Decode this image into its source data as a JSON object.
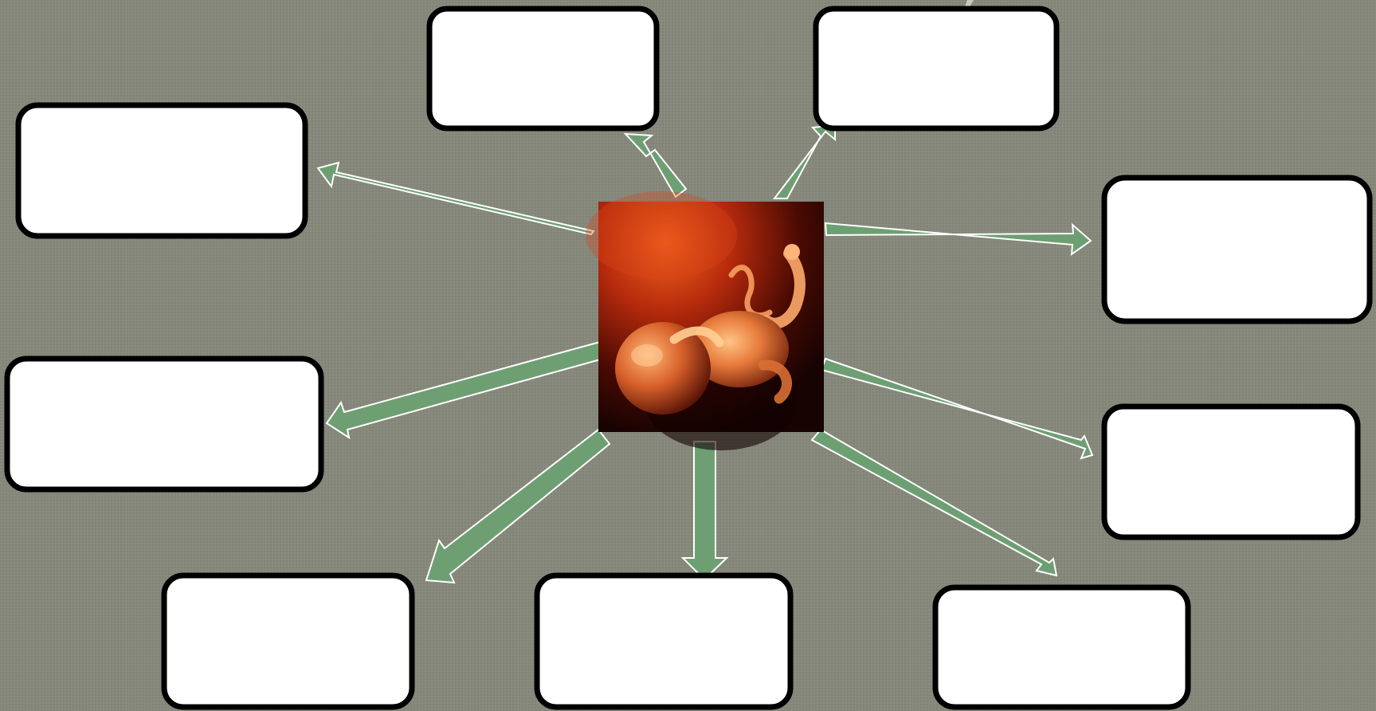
{
  "colors": {
    "background": "#85887a",
    "box_fill": "#ffffff",
    "box_stroke": "#000000",
    "arrow_fill": "#6e9f73",
    "arrow_stroke": "#ffffff"
  },
  "center_image": {
    "icon": "fetus-in-womb-image"
  },
  "boxes": [
    {
      "id": "top-left",
      "label": ""
    },
    {
      "id": "top-right",
      "label": ""
    },
    {
      "id": "upper-left",
      "label": ""
    },
    {
      "id": "upper-right",
      "label": ""
    },
    {
      "id": "middle-left",
      "label": ""
    },
    {
      "id": "middle-right",
      "label": ""
    },
    {
      "id": "bottom-left",
      "label": ""
    },
    {
      "id": "bottom-center",
      "label": ""
    },
    {
      "id": "bottom-right",
      "label": ""
    }
  ]
}
